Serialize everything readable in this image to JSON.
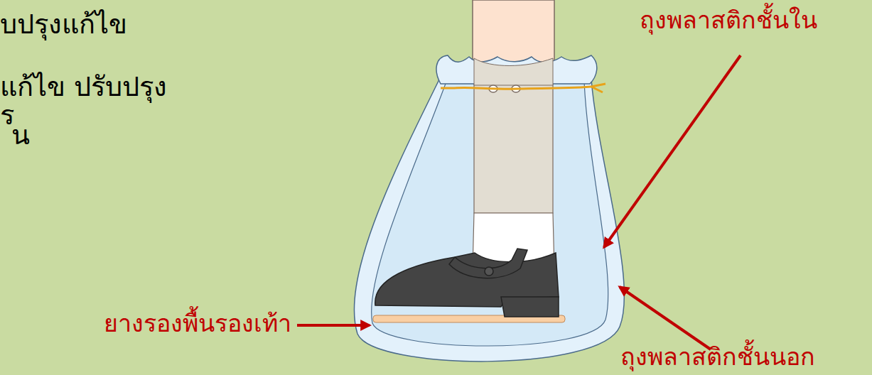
{
  "diagram": {
    "labels": [
      "บปรุงแก้ไข",
      "แก้ไข ปรับปรุง",
      "ร",
      "น",
      "ถุงพลาสติกชั้นใน",
      "ยางรองพื้นรองเท้า",
      "ถุงพลาสติกชั้นนอก"
    ]
  }
}
